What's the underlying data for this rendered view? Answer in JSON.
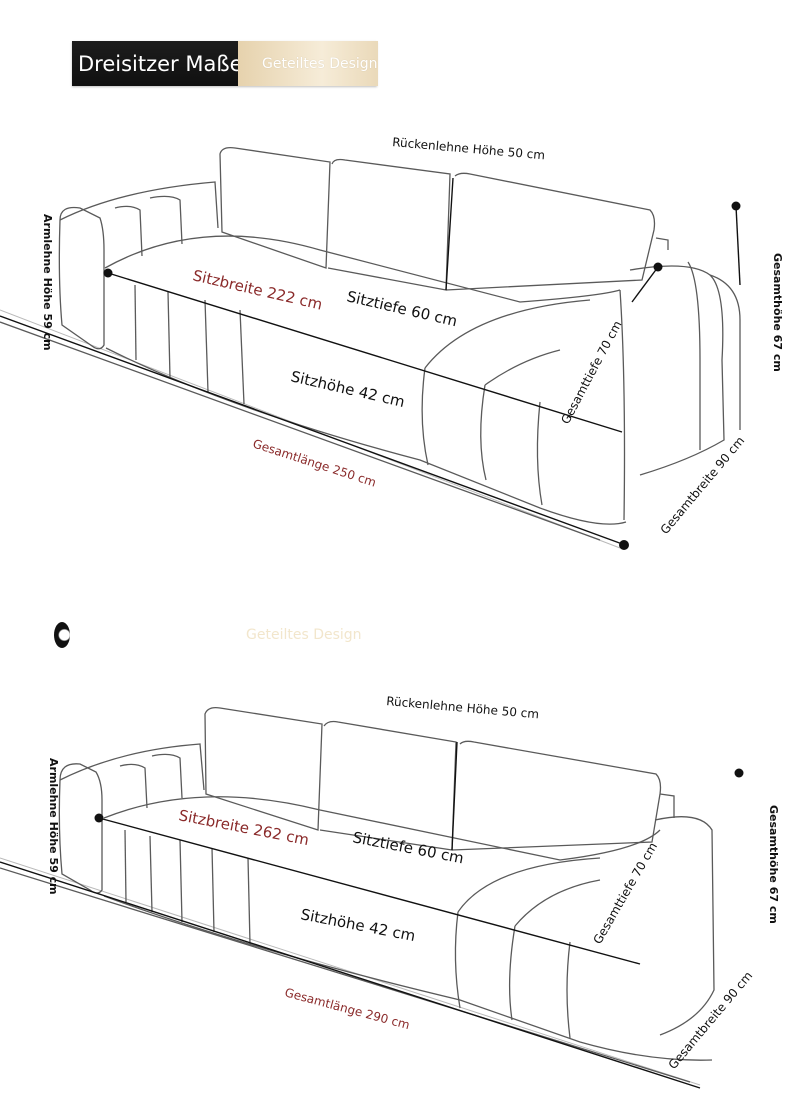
{
  "header": {
    "title": "Dreisitzer Maße",
    "subtitle": "Geteiltes Design"
  },
  "header2": {
    "subtitle": "Geteiltes Design"
  },
  "sofa_a": {
    "backrest_height": "Rückenlehne Höhe 50 cm",
    "armrest_height": "Armlehne Höhe 59 cm",
    "seat_width": "Sitzbreite 222 cm",
    "seat_depth": "Sitztiefe 60 cm",
    "seat_height": "Sitzhöhe 42 cm",
    "total_length": "Gesamtlänge 250 cm",
    "total_depth": "Gesamttiefe 70 cm",
    "total_height": "Gesamthöhe 67 cm",
    "total_width": "Gesamtbreite 90 cm"
  },
  "sofa_b": {
    "backrest_height": "Rückenlehne Höhe 50 cm",
    "armrest_height": "Armlehne Höhe 59 cm",
    "seat_width": "Sitzbreite 262 cm",
    "seat_depth": "Sitztiefe 60 cm",
    "seat_height": "Sitzhöhe 42 cm",
    "total_length": "Gesamtlänge 290 cm",
    "total_depth": "Gesamttiefe 70 cm",
    "total_height": "Gesamthöhe 67 cm",
    "total_width": "Gesamtbreite 90 cm"
  },
  "colors": {
    "line": "#5a5a5a",
    "dimension_dark": "#111111",
    "dimension_red": "#8a2a2a",
    "banner_dark": "#141414",
    "banner_gold": "#eedfc2"
  }
}
